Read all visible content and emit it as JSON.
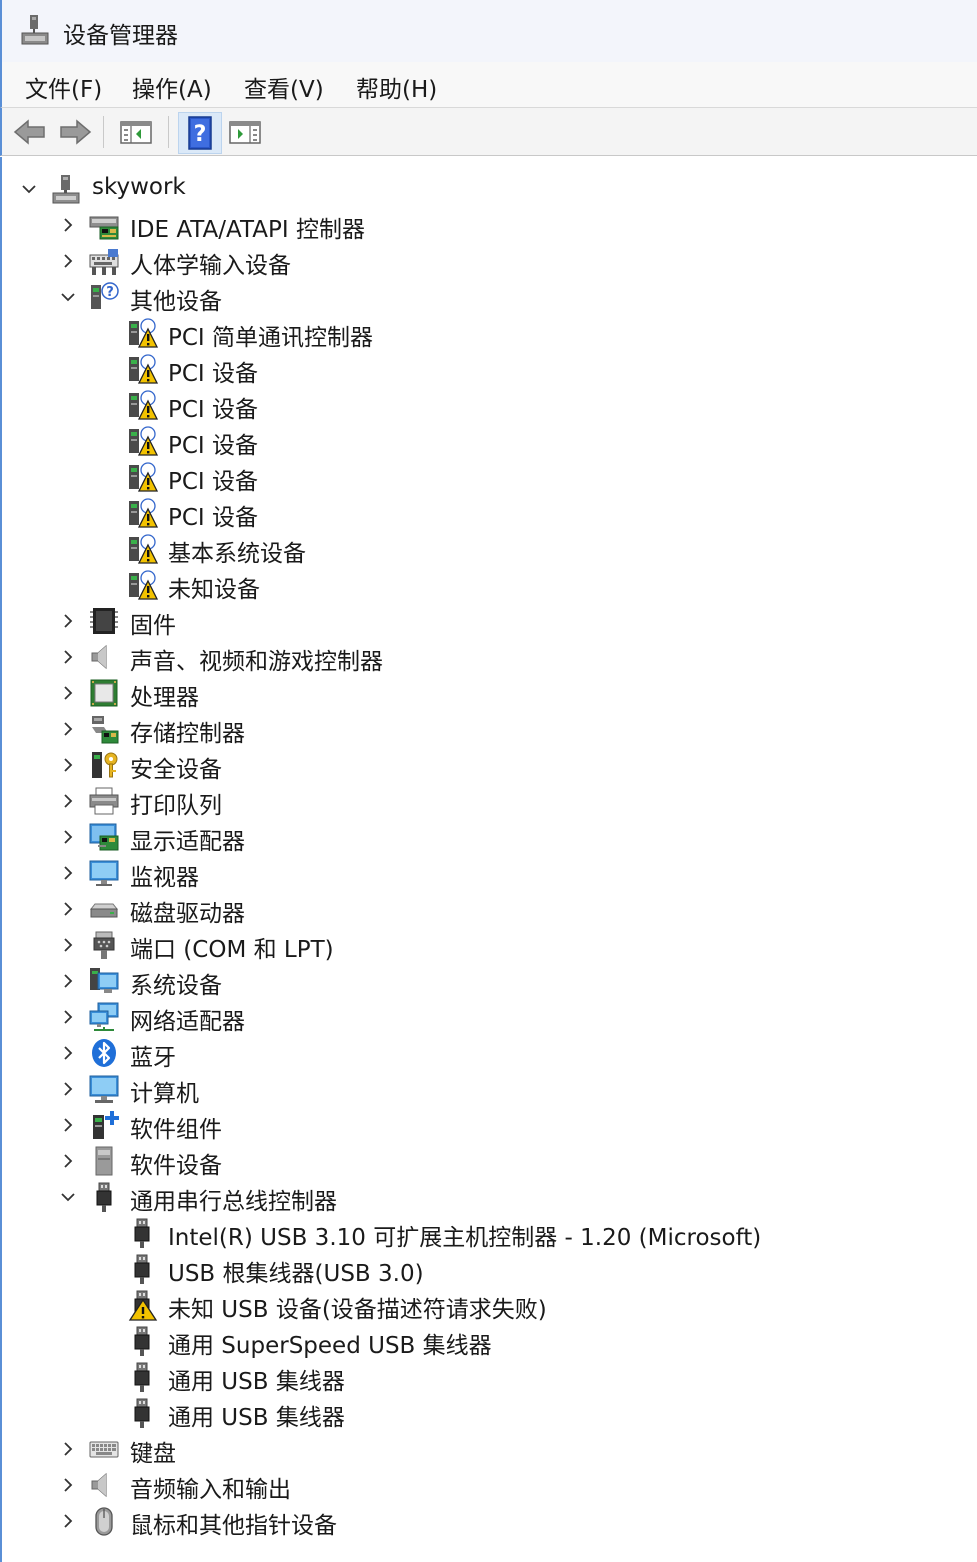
{
  "window": {
    "title": "设备管理器"
  },
  "menu": [
    "文件(F)",
    "操作(A)",
    "查看(V)",
    "帮助(H)"
  ],
  "tree": [
    {
      "label": "skywork",
      "level": 0,
      "chevron": "expanded",
      "icon": "computer-network"
    },
    {
      "label": "IDE ATA/ATAPI 控制器",
      "level": 1,
      "chevron": "collapsed",
      "icon": "ide"
    },
    {
      "label": "人体学输入设备",
      "level": 1,
      "chevron": "collapsed",
      "icon": "hid"
    },
    {
      "label": "其他设备",
      "level": 1,
      "chevron": "expanded",
      "icon": "unknown"
    },
    {
      "label": "PCI 简单通讯控制器",
      "level": 2,
      "chevron": "none",
      "icon": "warning-device"
    },
    {
      "label": "PCI 设备",
      "level": 2,
      "chevron": "none",
      "icon": "warning-device"
    },
    {
      "label": "PCI 设备",
      "level": 2,
      "chevron": "none",
      "icon": "warning-device"
    },
    {
      "label": "PCI 设备",
      "level": 2,
      "chevron": "none",
      "icon": "warning-device"
    },
    {
      "label": "PCI 设备",
      "level": 2,
      "chevron": "none",
      "icon": "warning-device"
    },
    {
      "label": "PCI 设备",
      "level": 2,
      "chevron": "none",
      "icon": "warning-device"
    },
    {
      "label": "基本系统设备",
      "level": 2,
      "chevron": "none",
      "icon": "warning-device"
    },
    {
      "label": "未知设备",
      "level": 2,
      "chevron": "none",
      "icon": "warning-device"
    },
    {
      "label": "固件",
      "level": 1,
      "chevron": "collapsed",
      "icon": "firmware"
    },
    {
      "label": "声音、视频和游戏控制器",
      "level": 1,
      "chevron": "collapsed",
      "icon": "speaker"
    },
    {
      "label": "处理器",
      "level": 1,
      "chevron": "collapsed",
      "icon": "processor"
    },
    {
      "label": "存储控制器",
      "level": 1,
      "chevron": "collapsed",
      "icon": "storage"
    },
    {
      "label": "安全设备",
      "level": 1,
      "chevron": "collapsed",
      "icon": "security"
    },
    {
      "label": "打印队列",
      "level": 1,
      "chevron": "collapsed",
      "icon": "printer"
    },
    {
      "label": "显示适配器",
      "level": 1,
      "chevron": "collapsed",
      "icon": "display-adapter"
    },
    {
      "label": "监视器",
      "level": 1,
      "chevron": "collapsed",
      "icon": "monitor"
    },
    {
      "label": "磁盘驱动器",
      "level": 1,
      "chevron": "collapsed",
      "icon": "disk"
    },
    {
      "label": "端口 (COM 和 LPT)",
      "level": 1,
      "chevron": "collapsed",
      "icon": "port"
    },
    {
      "label": "系统设备",
      "level": 1,
      "chevron": "collapsed",
      "icon": "system"
    },
    {
      "label": "网络适配器",
      "level": 1,
      "chevron": "collapsed",
      "icon": "network"
    },
    {
      "label": "蓝牙",
      "level": 1,
      "chevron": "collapsed",
      "icon": "bluetooth"
    },
    {
      "label": "计算机",
      "level": 1,
      "chevron": "collapsed",
      "icon": "computer"
    },
    {
      "label": "软件组件",
      "level": 1,
      "chevron": "collapsed",
      "icon": "software-component"
    },
    {
      "label": "软件设备",
      "level": 1,
      "chevron": "collapsed",
      "icon": "software-device"
    },
    {
      "label": "通用串行总线控制器",
      "level": 1,
      "chevron": "expanded",
      "icon": "usb"
    },
    {
      "label": "Intel(R) USB 3.10 可扩展主机控制器 - 1.20 (Microsoft)",
      "level": 2,
      "chevron": "none",
      "icon": "usb"
    },
    {
      "label": "USB 根集线器(USB 3.0)",
      "level": 2,
      "chevron": "none",
      "icon": "usb"
    },
    {
      "label": "未知 USB 设备(设备描述符请求失败)",
      "level": 2,
      "chevron": "none",
      "icon": "usb-warning"
    },
    {
      "label": "通用 SuperSpeed USB 集线器",
      "level": 2,
      "chevron": "none",
      "icon": "usb"
    },
    {
      "label": "通用 USB 集线器",
      "level": 2,
      "chevron": "none",
      "icon": "usb"
    },
    {
      "label": "通用 USB 集线器",
      "level": 2,
      "chevron": "none",
      "icon": "usb"
    },
    {
      "label": "键盘",
      "level": 1,
      "chevron": "collapsed",
      "icon": "keyboard"
    },
    {
      "label": "音频输入和输出",
      "level": 1,
      "chevron": "collapsed",
      "icon": "speaker"
    },
    {
      "label": "鼠标和其他指针设备",
      "level": 1,
      "chevron": "collapsed",
      "icon": "mouse"
    }
  ]
}
